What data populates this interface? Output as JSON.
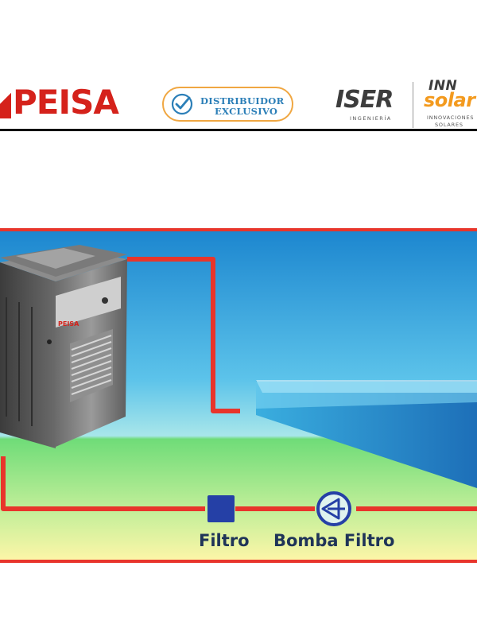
{
  "header": {
    "brand": "PEISA",
    "badge_line1": "DISTRIBUIDOR",
    "badge_line2": "EXCLUSIVO",
    "partner1_name": "ISER",
    "partner1_sub": "INGENIERÍA",
    "partner2_top": "INN",
    "partner2_main": "solar",
    "partner2_sub1": "INNOVACIONES",
    "partner2_sub2": "SOLARES"
  },
  "diagram": {
    "heater_brand": "PEISA",
    "labels": {
      "filter": "Filtro",
      "pump": "Bomba Filtro"
    },
    "colors": {
      "pipe": "#e8352b",
      "sky_top": "#1f8fd4",
      "water": "#5bc6ec",
      "ground": "#7fe07a",
      "accent_blue": "#2540a6"
    }
  }
}
